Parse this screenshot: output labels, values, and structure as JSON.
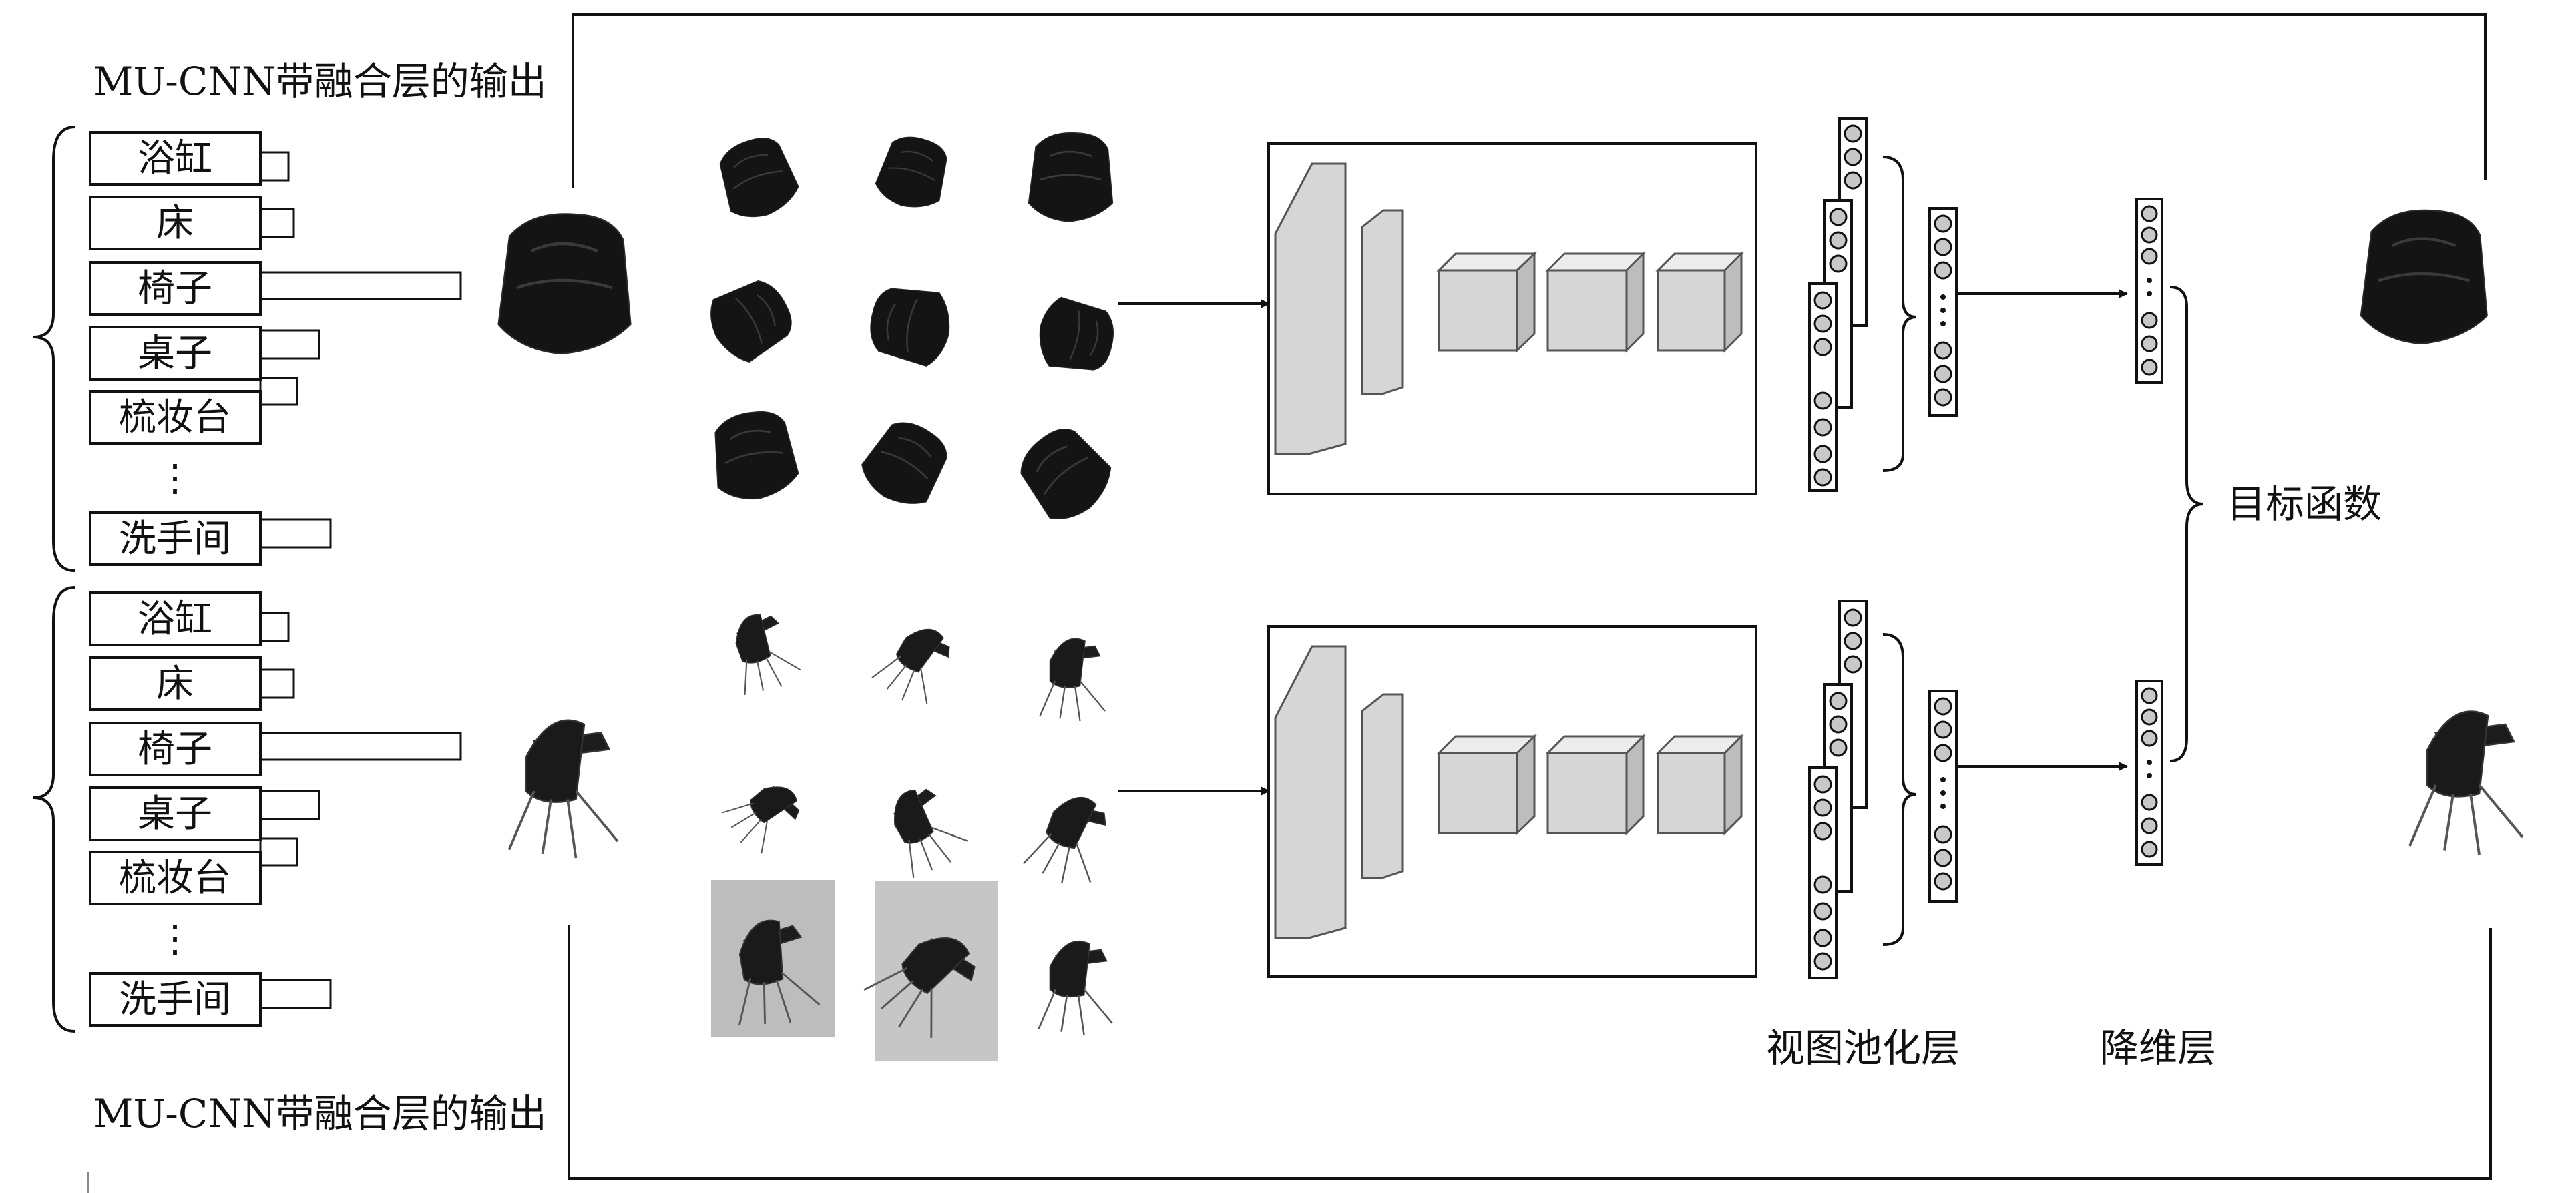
{
  "top_branch_output_label": "MU-CNN带融合层的输出",
  "bottom_branch_output_label": "MU-CNN带融合层的输出",
  "class_labels": [
    "浴缸",
    "床",
    "椅子",
    "桌子",
    "梳妆台",
    "⋮",
    "洗手间"
  ],
  "view_pooling_label": "视图池化层",
  "dim_reduction_label": "降维层",
  "objective_label": "目标函数",
  "top_object": "armchair",
  "bottom_object": "school-desk-chair"
}
